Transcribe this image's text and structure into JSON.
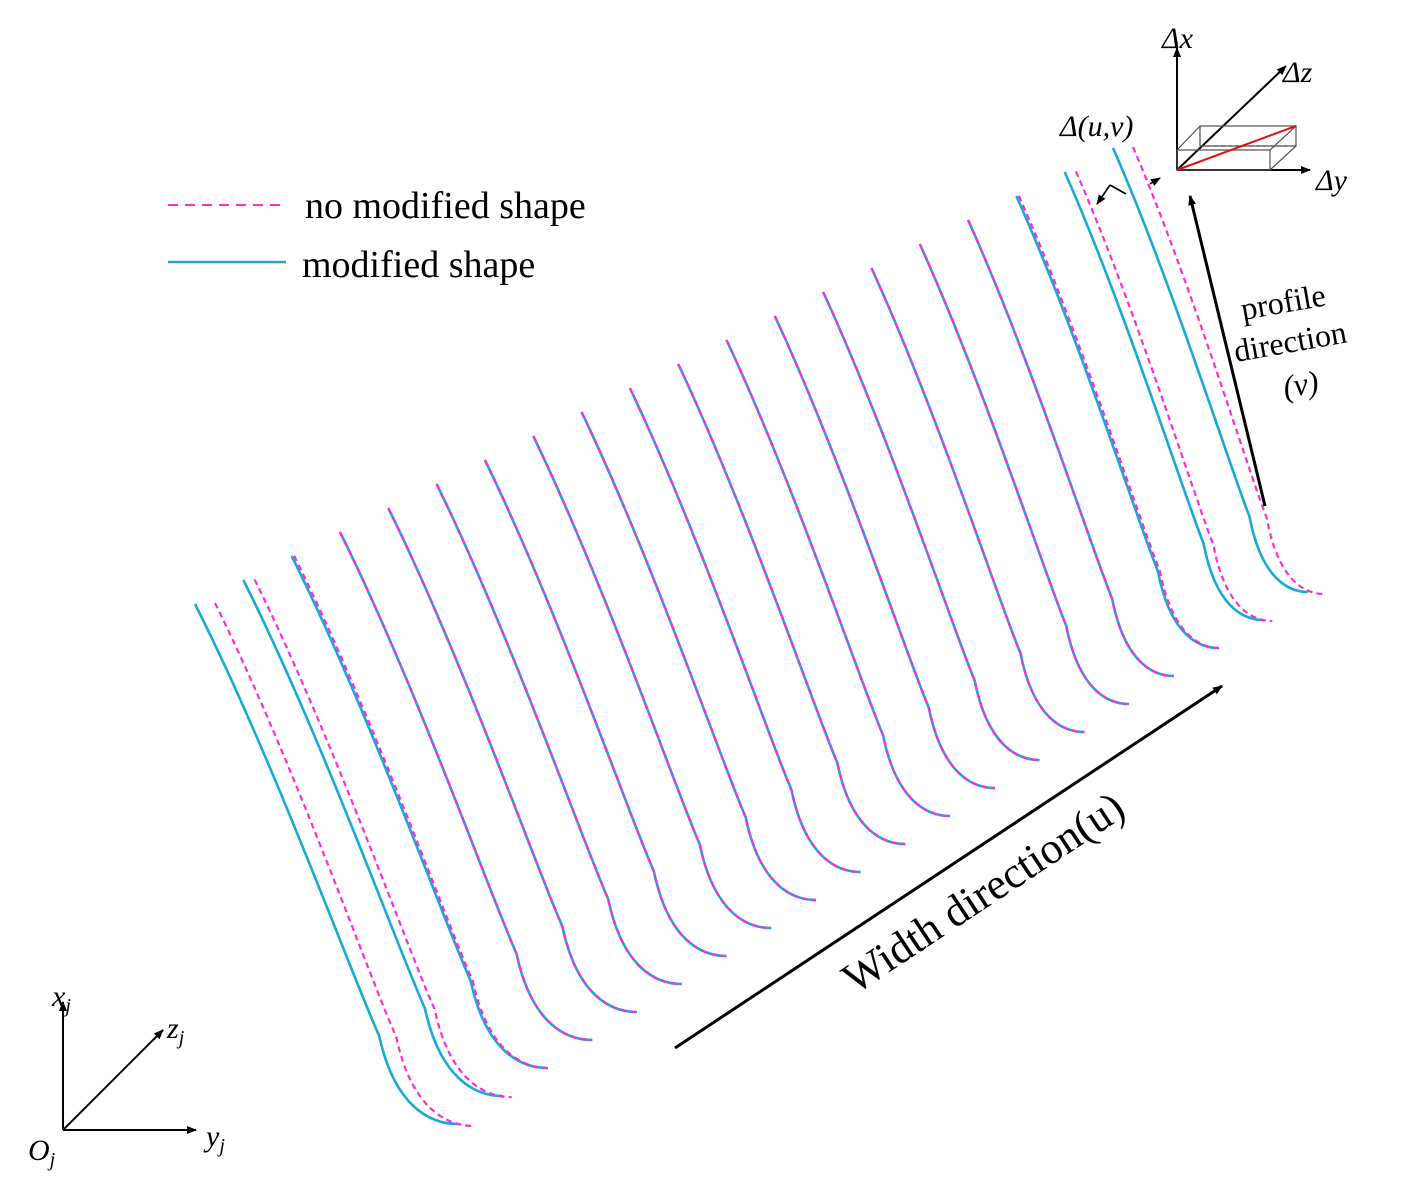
{
  "legend": {
    "unmodified_label": "no modified shape",
    "modified_label": "modified shape"
  },
  "colors": {
    "unmodified": "#ff2bd6",
    "modified": "#1aa9d6",
    "diagonal": "#e01010",
    "ink": "#000000"
  },
  "local_axes": {
    "x_label": "Δx",
    "y_label": "Δy",
    "z_label": "Δz",
    "offset_label": "Δ(u,v)"
  },
  "profile_label": {
    "line1": "profile",
    "line2": "direction",
    "line3": "(v)"
  },
  "width_label": "Width direction(u)",
  "global_axes": {
    "origin": "O",
    "origin_sub": "j",
    "x": "x",
    "x_sub": "j",
    "y": "y",
    "y_sub": "j",
    "z": "z",
    "z_sub": "j"
  },
  "curves": {
    "count": 20,
    "separated_at_edges": true,
    "icon": "tooth-profile-curve"
  }
}
